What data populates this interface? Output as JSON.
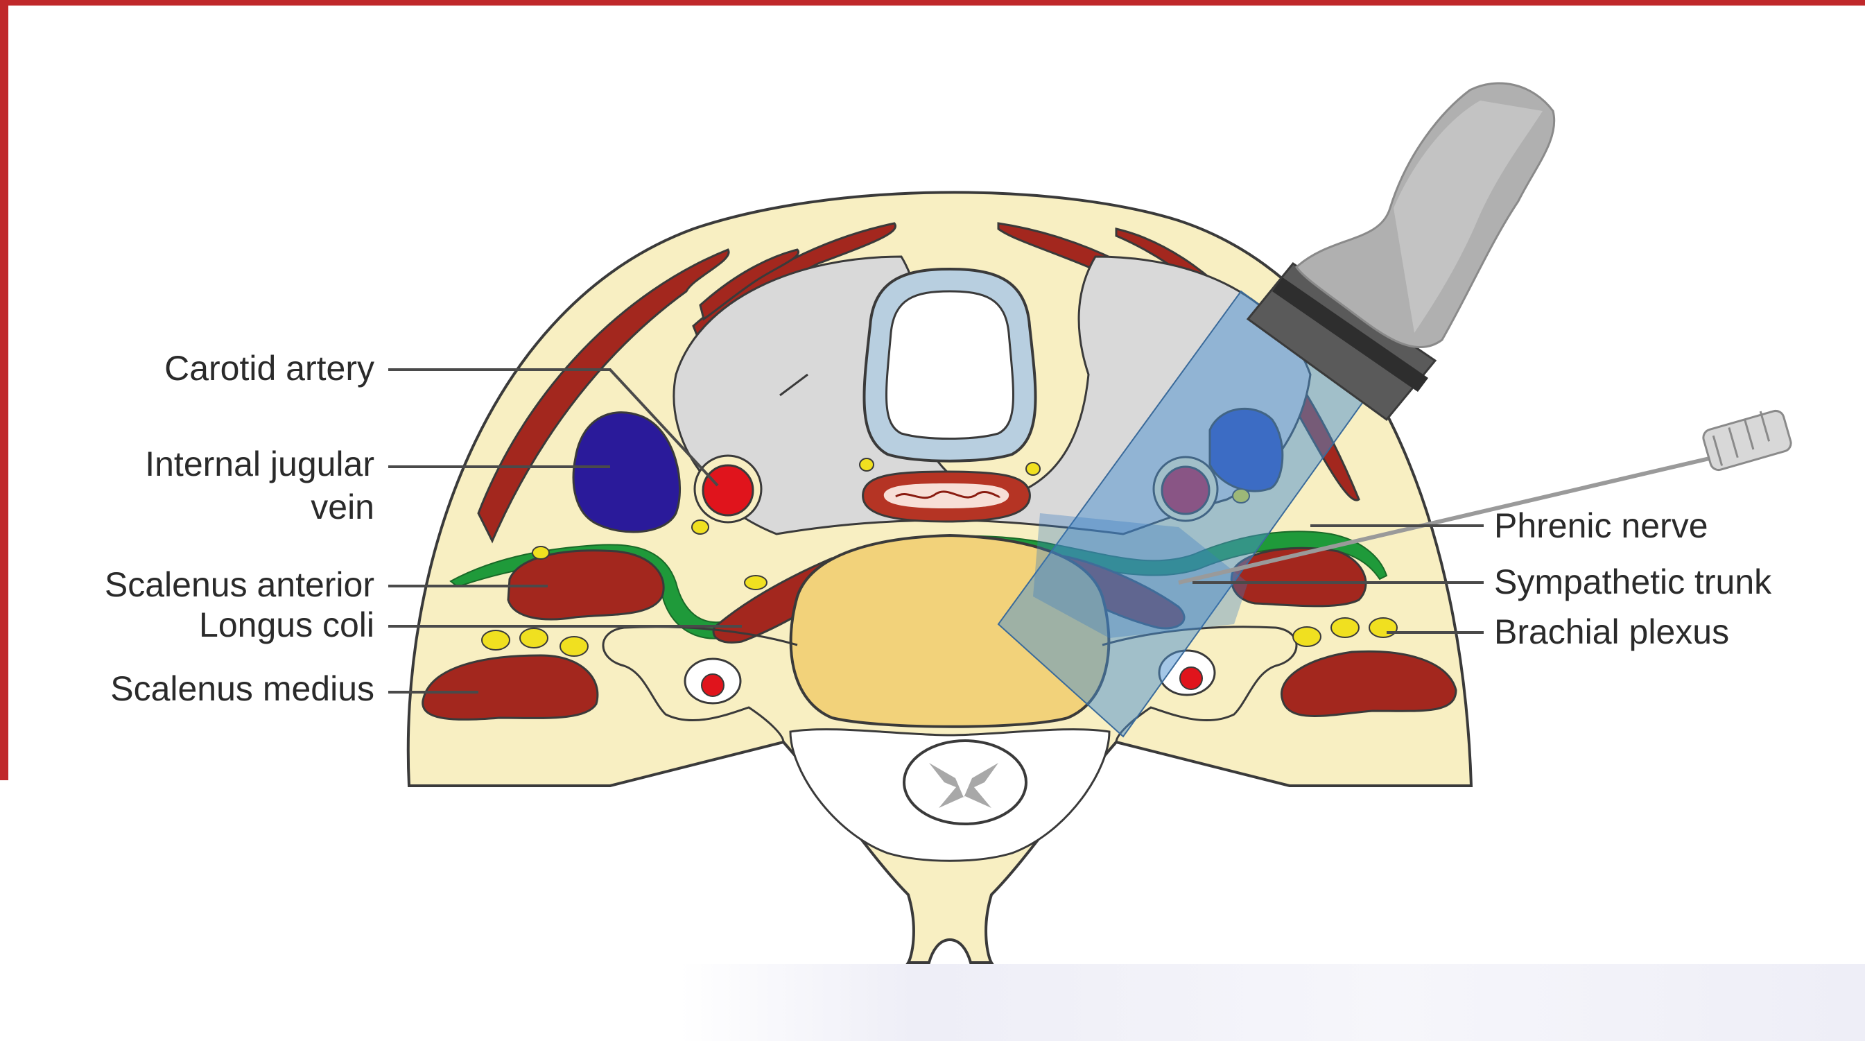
{
  "labels": {
    "carotid_artery": "Carotid artery",
    "internal_jugular_line1": "Internal jugular",
    "internal_jugular_line2": "vein",
    "scalenus_anterior": "Scalenus anterior",
    "longus_coli": "Longus coli",
    "scalenus_medius": "Scalenus medius",
    "phrenic_nerve": "Phrenic nerve",
    "sympathetic_trunk": "Sympathetic trunk",
    "brachial_plexus": "Brachial plexus"
  },
  "colors": {
    "frame": "#c0282a",
    "skin": "#f8efc2",
    "muscle": "#a3271e",
    "vein": "#2a1a9a",
    "artery": "#e0141c",
    "fascia": "#1f9a3a",
    "nerve": "#f0e020",
    "vertebral_body": "#f2d27a",
    "thyroid": "#d9d9d9",
    "probe_beam": "#4a90d0"
  }
}
